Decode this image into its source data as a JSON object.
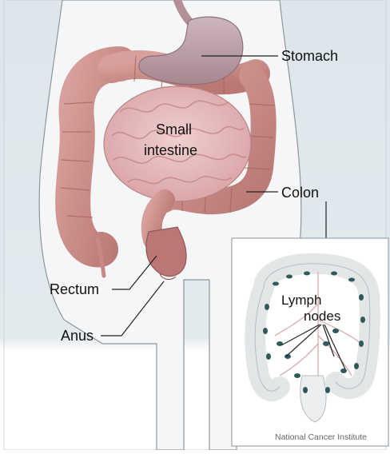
{
  "labels": {
    "stomach": "Stomach",
    "small_intestine_line1": "Small",
    "small_intestine_line2": "intestine",
    "colon": "Colon",
    "rectum": "Rectum",
    "anus": "Anus"
  },
  "inset": {
    "lymph_line1": "Lymph",
    "lymph_line2": "nodes",
    "credit": "National Cancer Institute"
  },
  "colors": {
    "background": "#dfe7ec",
    "body_skin": "#f3f5f6",
    "colon": "#c98a86",
    "small_intestine": "#e2b6b7",
    "stomach": "#b89ea8",
    "rectum": "#b97372",
    "inset_colon": "#e6e9ea",
    "lymph_node": "#2e5a5a",
    "vessel": "#d6a3a3"
  }
}
